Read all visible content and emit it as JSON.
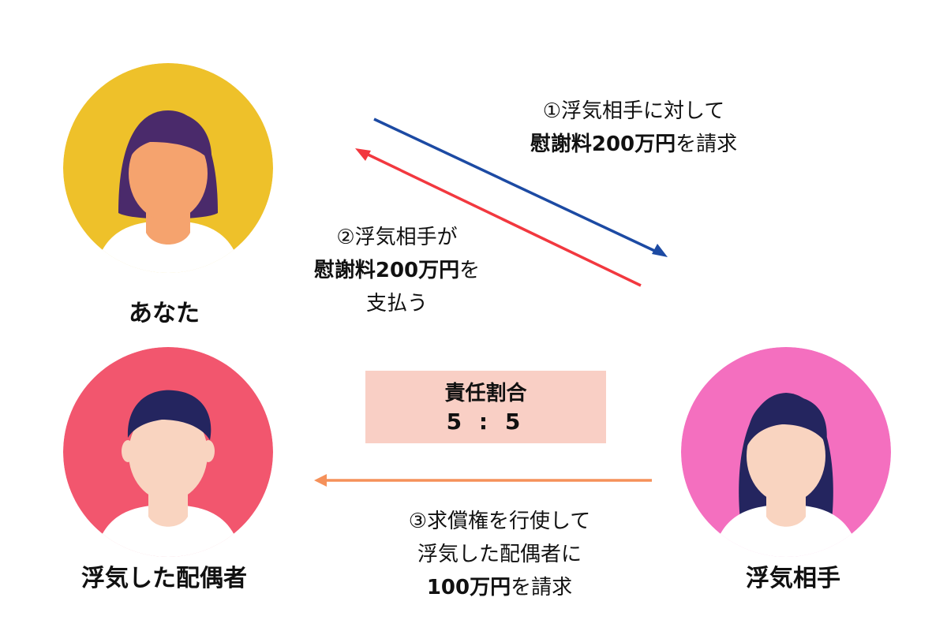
{
  "colors": {
    "you_bg": "#eec12a",
    "spouse_bg": "#f2566e",
    "partner_bg": "#f46fbf",
    "arrow_claim": "#1c4aa3",
    "arrow_pay": "#f2383f",
    "arrow_recourse": "#f5915a",
    "ratio_bg": "#f9cfc5"
  },
  "people": {
    "you": {
      "label": "あなた"
    },
    "spouse": {
      "label": "浮気した配偶者"
    },
    "partner": {
      "label": "浮気相手"
    }
  },
  "steps": {
    "claim": {
      "line1": "①浮気相手に対して",
      "line2_bold": "慰謝料200万円",
      "line2_rest": "を請求"
    },
    "pay": {
      "line1": "②浮気相手が",
      "line2_bold": "慰謝料200万円",
      "line2_rest": "を",
      "line3": "支払う"
    },
    "recourse": {
      "line1": "③求償権を行使して",
      "line2": "浮気した配偶者に",
      "line3_bold": "100万円",
      "line3_rest": "を請求"
    }
  },
  "ratio": {
    "title": "責任割合",
    "value": "5 : 5"
  }
}
